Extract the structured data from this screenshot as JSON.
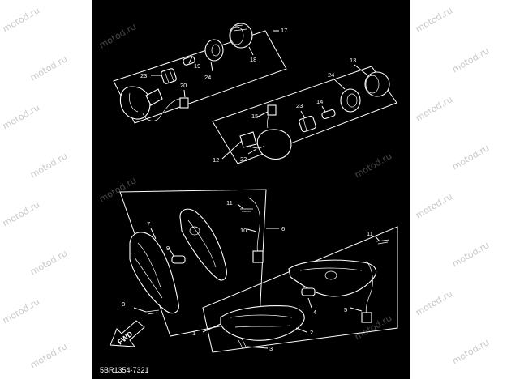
{
  "watermark_text": "motod.ru",
  "diagram_code": "5BR1354-7321",
  "direction_label": "FWD",
  "part_labels": {
    "p1": "1",
    "p2": "2",
    "p3": "3",
    "p4": "4",
    "p5": "5",
    "p6": "6",
    "p7": "7",
    "p8": "8",
    "p9": "9",
    "p10": "10",
    "p11a": "11",
    "p11b": "11",
    "p12": "12",
    "p13": "13",
    "p14": "14",
    "p15": "15",
    "p17": "17",
    "p18": "18",
    "p19": "19",
    "p20": "20",
    "p22": "22",
    "p23a": "23",
    "p23b": "23",
    "p24a": "24",
    "p24b": "24"
  },
  "colors": {
    "page_bg": "#ffffff",
    "diagram_bg": "#000000",
    "line": "#ffffff",
    "watermark": "#c9c9c9"
  }
}
